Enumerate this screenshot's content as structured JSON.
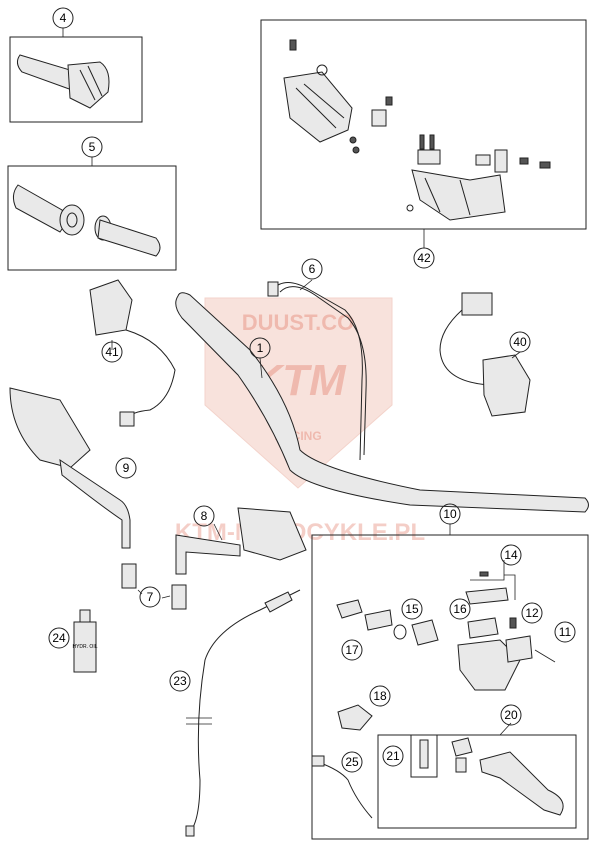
{
  "watermark": {
    "logo_text_1": "DUUST.CO",
    "logo_text_2": "KTM",
    "logo_text_3": "RACING",
    "site_text": "KTM-MOTOCYKLE.PL"
  },
  "callouts": {
    "c1": "1",
    "c4": "4",
    "c5": "5",
    "c6": "6",
    "c7": "7",
    "c8": "8",
    "c9": "9",
    "c10": "10",
    "c11": "11",
    "c12": "12",
    "c14": "14",
    "c15": "15",
    "c16": "16",
    "c17": "17",
    "c18": "18",
    "c20": "20",
    "c21": "21",
    "c23": "23",
    "c24": "24",
    "c25": "25",
    "c40": "40",
    "c41": "41",
    "c42": "42"
  },
  "bottle_label": "HYDR. OIL",
  "colors": {
    "line": "#222222",
    "watermark": "#d9533a"
  }
}
